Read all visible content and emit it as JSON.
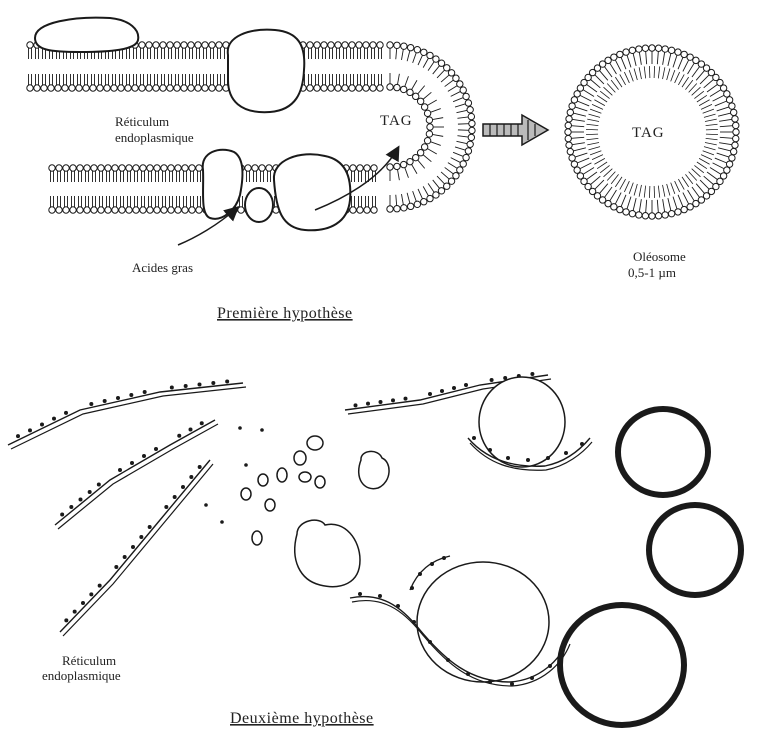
{
  "top": {
    "er_label_line1": "Réticulum",
    "er_label_line2": "endoplasmique",
    "tag_label": "TAG",
    "fatty_acids_label": "Acides gras",
    "oleosome_tag_label": "TAG",
    "oleosome_label_line1": "Oléosome",
    "oleosome_label_line2": "0,5-1 µm",
    "title": "Première hypothèse"
  },
  "bottom": {
    "er_label_line1": "Réticulum",
    "er_label_line2": "endoplasmique",
    "title": "Deuxième hypothèse"
  },
  "colors": {
    "ink": "#1a1a1a",
    "paper": "#ffffff"
  }
}
